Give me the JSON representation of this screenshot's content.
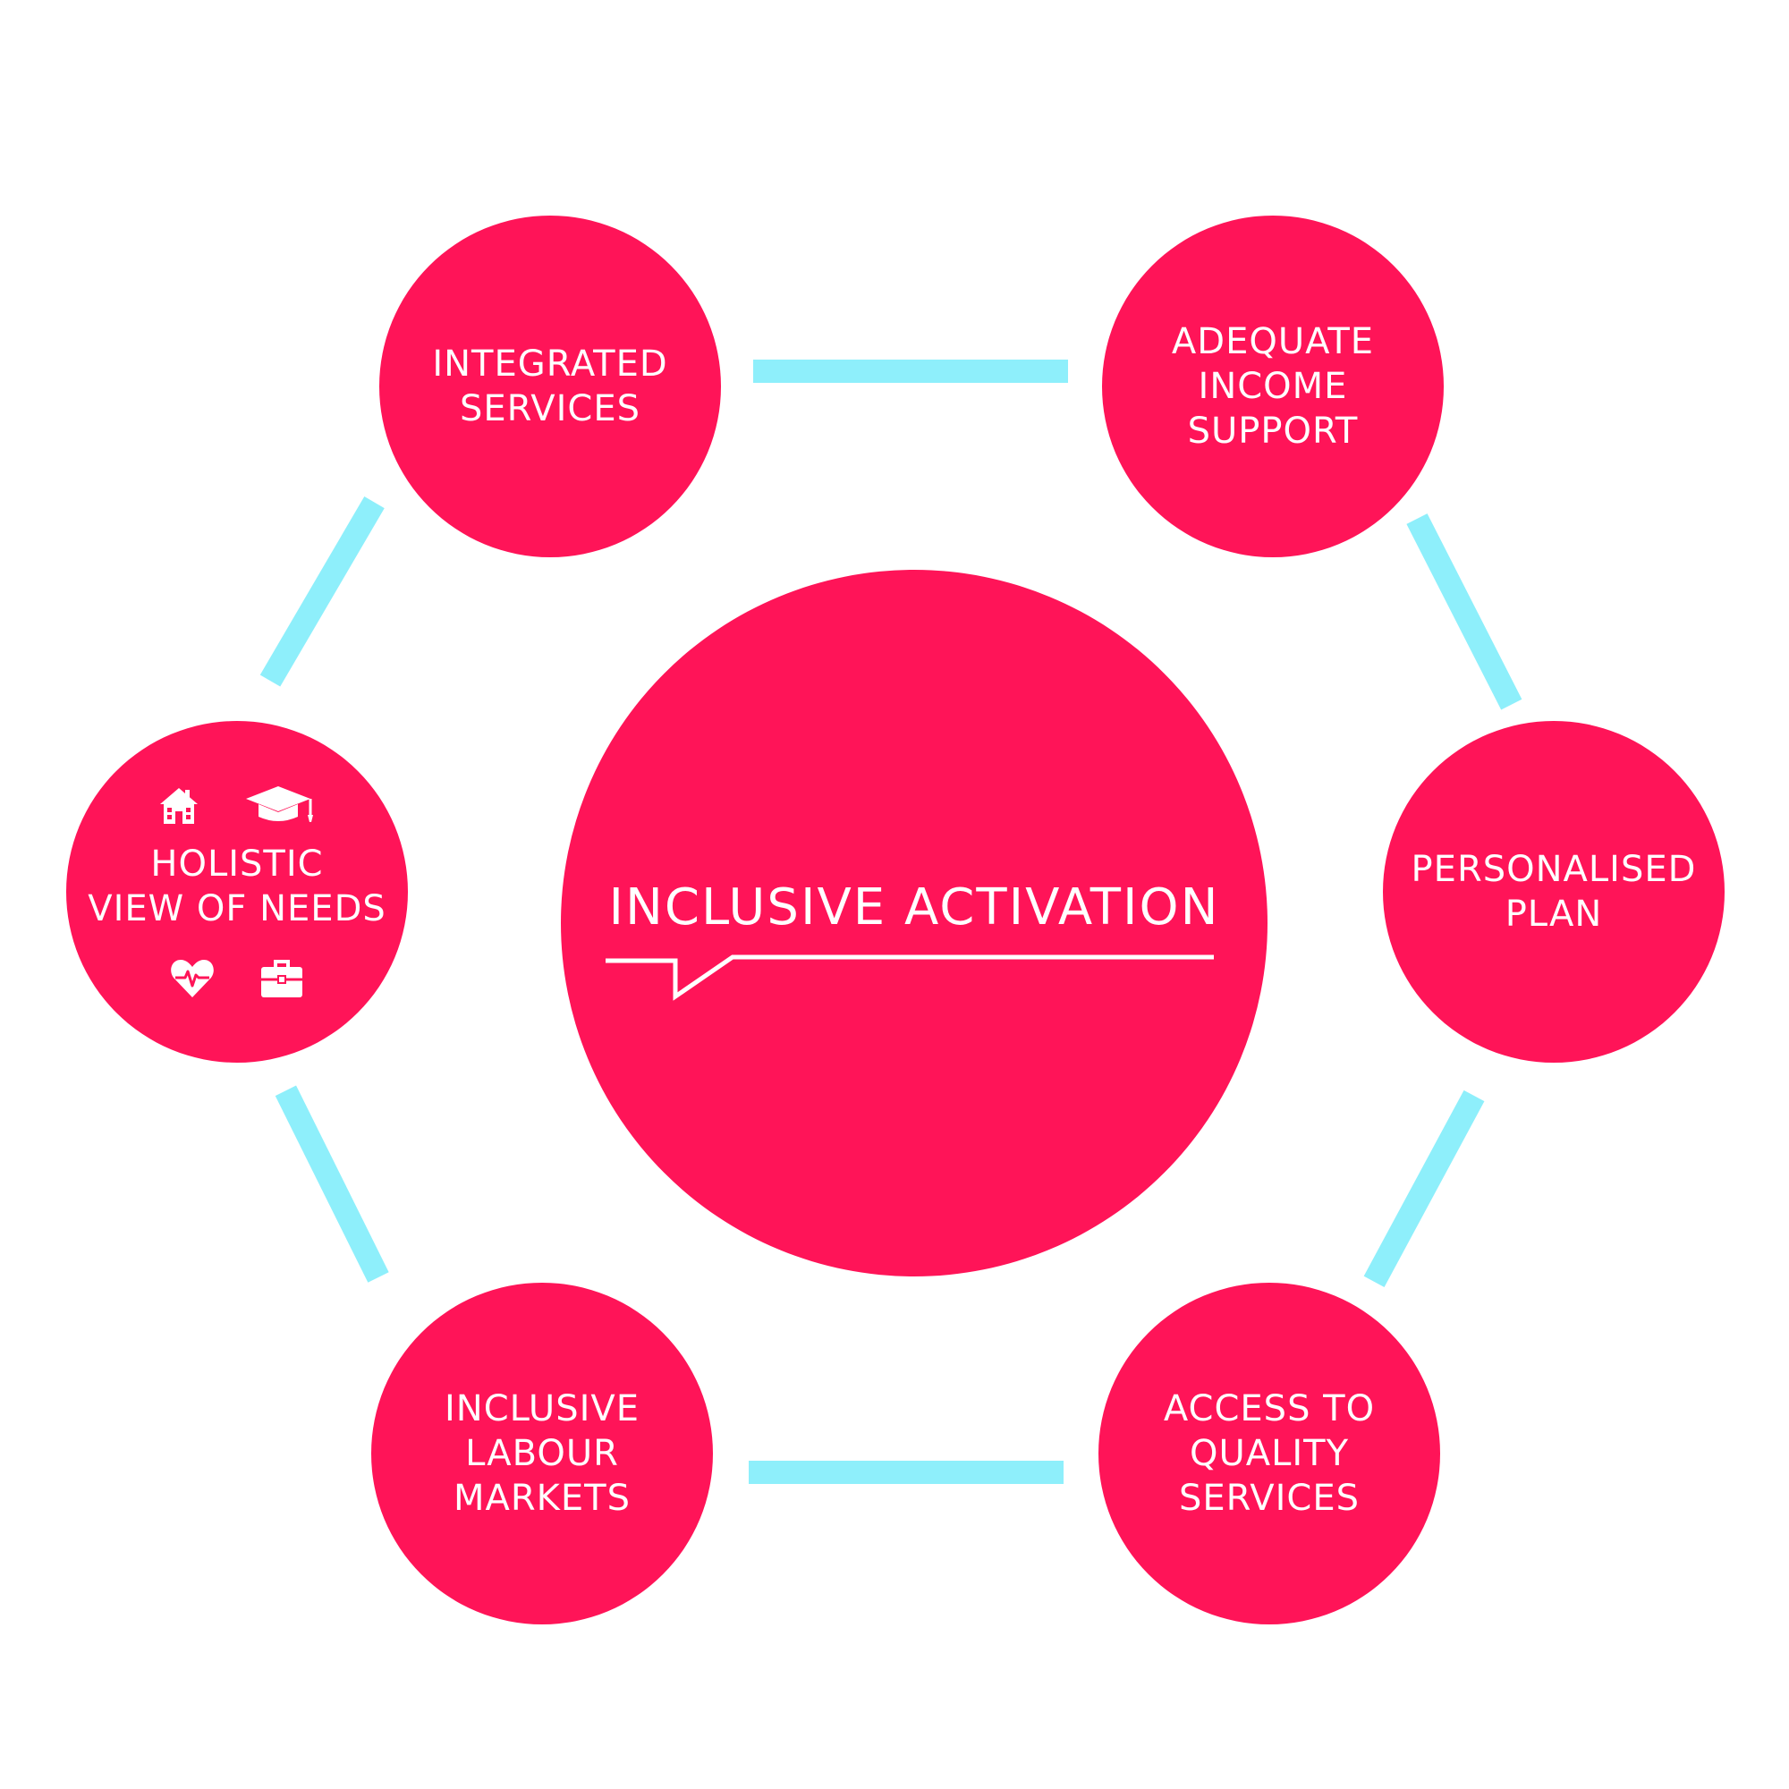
{
  "center": {
    "title": "INCLUSIVE ACTIVATION"
  },
  "nodes": {
    "integrated_services": "INTEGRATED\nSERVICES",
    "adequate_income_support": "ADEQUATE\nINCOME\nSUPPORT",
    "personalised_plan": "PERSONALISED\nPLAN",
    "access_to_quality_services": "ACCESS TO\nQUALITY\nSERVICES",
    "inclusive_labour_markets": "INCLUSIVE\nLABOUR\nMARKETS",
    "holistic_view_of_needs": "HOLISTIC\nVIEW OF NEEDS"
  },
  "icons": [
    "house-icon",
    "graduation-cap-icon",
    "heart-pulse-icon",
    "briefcase-icon"
  ],
  "colors": {
    "node": "#ff1458",
    "connector": "#8eeffb",
    "text": "#ffffff"
  }
}
